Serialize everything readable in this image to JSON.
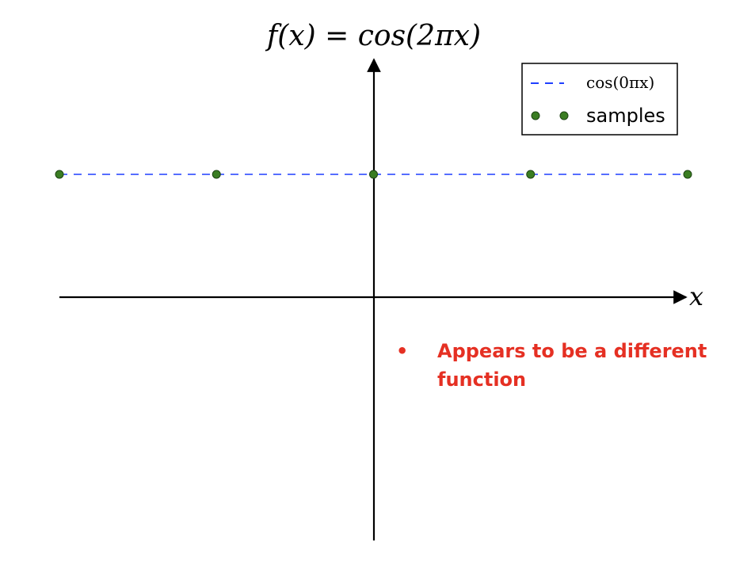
{
  "chart_data": {
    "type": "line",
    "title": "f(x) = cos(2πx)",
    "xlabel": "x",
    "ylabel": "",
    "xlim": [
      -2,
      2
    ],
    "ylim": [
      -1.5,
      1.5
    ],
    "grid": false,
    "legend_position": "top-right",
    "series": [
      {
        "name": "cos(0πx)",
        "style": "dashed",
        "color": "#1f3fff",
        "x": [
          -2,
          2
        ],
        "y": [
          1,
          1
        ]
      },
      {
        "name": "samples",
        "style": "markers",
        "color": "#3a7d22",
        "x": [
          -2,
          -1,
          0,
          1,
          2
        ],
        "y": [
          1,
          1,
          1,
          1,
          1
        ]
      }
    ]
  },
  "annotation": {
    "bullet": "•",
    "text": "Appears to be a different function",
    "color": "#e53023"
  }
}
